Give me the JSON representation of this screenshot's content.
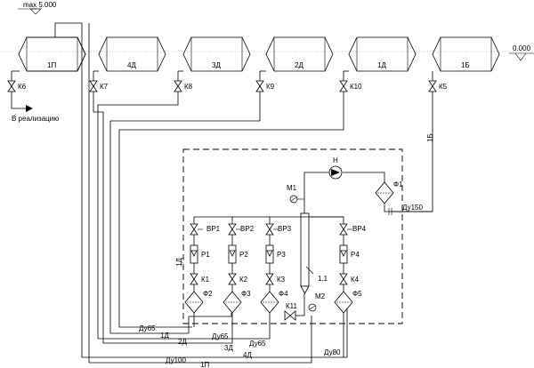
{
  "levels": {
    "top": "max 5.000",
    "ground": "0.000"
  },
  "tanks": [
    {
      "label": "1П"
    },
    {
      "label": "4Д"
    },
    {
      "label": "3Д"
    },
    {
      "label": "2Д"
    },
    {
      "label": "1Д"
    },
    {
      "label": "1Б"
    }
  ],
  "tank_valves": [
    "К6",
    "К7",
    "К8",
    "К9",
    "К10",
    "К5"
  ],
  "realization": "В реализацию",
  "branches": [
    {
      "vent": "ВР1",
      "regulator": "Р1",
      "valve": "К1",
      "filter": "Ф2"
    },
    {
      "vent": "ВР2",
      "regulator": "Р2",
      "valve": "К2",
      "filter": "Ф3"
    },
    {
      "vent": "ВР3",
      "regulator": "Р3",
      "valve": "К3",
      "filter": "Ф4"
    },
    {
      "vent": "ВР4",
      "regulator": "Р4",
      "valve": "К4",
      "filter": "Ф5"
    }
  ],
  "equipment": {
    "pump": "Н",
    "filter_main": "Ф1",
    "manometer_top": "М1",
    "manometer_bottom": "М2",
    "column": "1.1",
    "drain_valve": "К11",
    "collector": "1Д"
  },
  "pipes": {
    "du150": "Ду150",
    "b1": "1Б",
    "du65_a": "Ду65",
    "d1": "1Д",
    "d2": "2Д",
    "du65_b": "Ду65",
    "d3": "3Д",
    "du65_c": "Ду65",
    "d4": "4Д",
    "du80": "Ду80",
    "du100": "Ду100",
    "p1": "1П"
  }
}
